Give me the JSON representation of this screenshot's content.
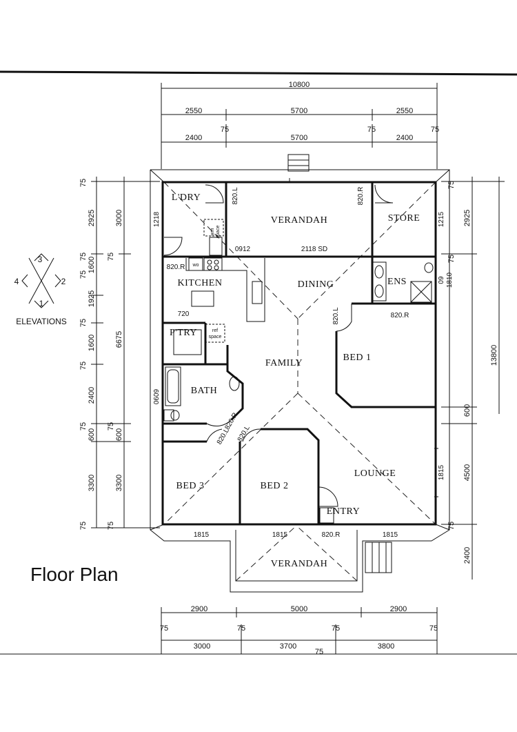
{
  "title": "Floor Plan",
  "elevations": {
    "label": "ELEVATIONS",
    "n1": "1",
    "n2": "2",
    "n3": "3",
    "n4": "4"
  },
  "rooms": {
    "laundry": "L'DRY",
    "verandah_top": "VERANDAH",
    "store": "STORE",
    "kitchen": "KITCHEN",
    "dining": "DINING",
    "ensuite": "ENS",
    "pantry": "P'TRY",
    "family": "FAMILY",
    "bed1": "BED  1",
    "bath": "BATH",
    "lounge": "LOUNGE",
    "bed3": "BED  3",
    "bed2": "BED  2",
    "entry": "ENTRY",
    "verandah_bottom": "VERANDAH"
  },
  "fixtures": {
    "wm": "wm",
    "space": "space",
    "wo": "wo",
    "ref": "ref",
    "ref_space": "space"
  },
  "doors": {
    "d1": "820.L",
    "d2": "820.R",
    "d3": "1218",
    "d4": "1215",
    "d5": "0912",
    "d6": "2118  SD",
    "d7": "820.R",
    "d8": "720",
    "d9": "820.L",
    "d10": "820.R",
    "d11": "0609",
    "d12": "820.R",
    "d13": "820.L",
    "d14": "820.L",
    "d15": "1815",
    "d16": "1815",
    "d17": "820.R",
    "d18": "1815",
    "d19": "1815",
    "d20": "09",
    "d21": "1810"
  },
  "dims_top": {
    "overall": "10800",
    "r1": [
      "2550",
      "5700",
      "2550"
    ],
    "r2": [
      "2400",
      "75",
      "5700",
      "75",
      "2400",
      "75"
    ]
  },
  "dims_left": {
    "outer": [
      "75",
      "2925",
      "75",
      "1600",
      "75",
      "1925",
      "75",
      "1600",
      "75",
      "2400",
      "75",
      "600",
      "3300",
      "75"
    ],
    "inner": [
      "3000",
      "75",
      "6675",
      "75",
      "600",
      "3300",
      "75"
    ]
  },
  "dims_right": {
    "outer": [
      "75",
      "2925",
      "75",
      "13800",
      "600",
      "4500",
      "75",
      "2400"
    ]
  },
  "dims_bottom": {
    "r1": [
      "2900",
      "5000",
      "2900"
    ],
    "r2": [
      "75",
      "75",
      "75",
      "75"
    ],
    "r3": [
      "3000",
      "3700",
      "3800"
    ],
    "r4": [
      "75"
    ]
  }
}
